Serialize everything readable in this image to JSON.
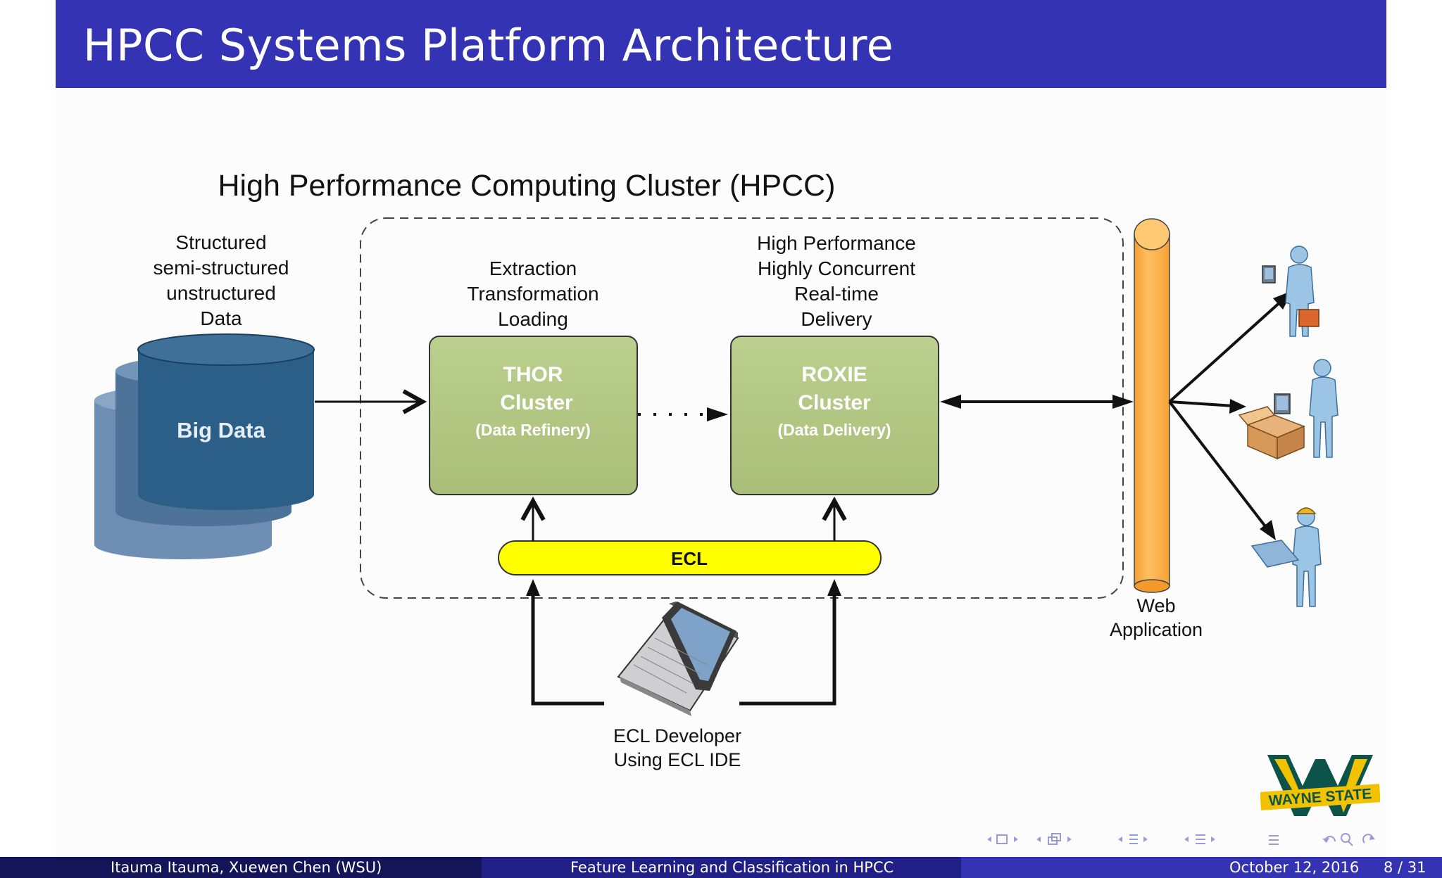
{
  "slide": {
    "title": "HPCC Systems Platform Architecture"
  },
  "diagram": {
    "title": "High Performance Computing Cluster (HPCC)",
    "data_source": {
      "lines": [
        "Structured",
        "semi-structured",
        "unstructured",
        "Data"
      ],
      "label": "Big Data"
    },
    "thor": {
      "caption_lines": [
        "Extraction",
        "Transformation",
        "Loading"
      ],
      "name": "THOR",
      "subname": "Cluster",
      "role": "(Data Refinery)"
    },
    "roxie": {
      "caption_lines": [
        "High Performance",
        "Highly Concurrent",
        "Real-time",
        "Delivery"
      ],
      "name": "ROXIE",
      "subname": "Cluster",
      "role": "(Data Delivery)"
    },
    "ecl_bar": "ECL",
    "developer": {
      "lines": [
        "ECL Developer",
        "Using ECL IDE"
      ]
    },
    "web_app": {
      "lines": [
        "Web",
        "Application"
      ]
    },
    "colors": {
      "cluster_fill": "#b5c886",
      "cylinder_front": "#2b5f87",
      "ecl_fill": "#ffff00",
      "web_pipe": "#ffb34d"
    }
  },
  "footer": {
    "authors": "Itauma Itauma, Xuewen Chen  (WSU)",
    "talk_title": "Feature Learning and Classification in HPCC",
    "date": "October 12, 2016",
    "page": "8 / 31"
  },
  "logo": {
    "text": "WAYNE STATE"
  },
  "nav_icons": [
    "nav-frame-icon",
    "nav-subsection-icon",
    "nav-section-icon",
    "nav-doc-icon",
    "nav-toc-icon",
    "nav-search-icon",
    "nav-back-icon"
  ]
}
